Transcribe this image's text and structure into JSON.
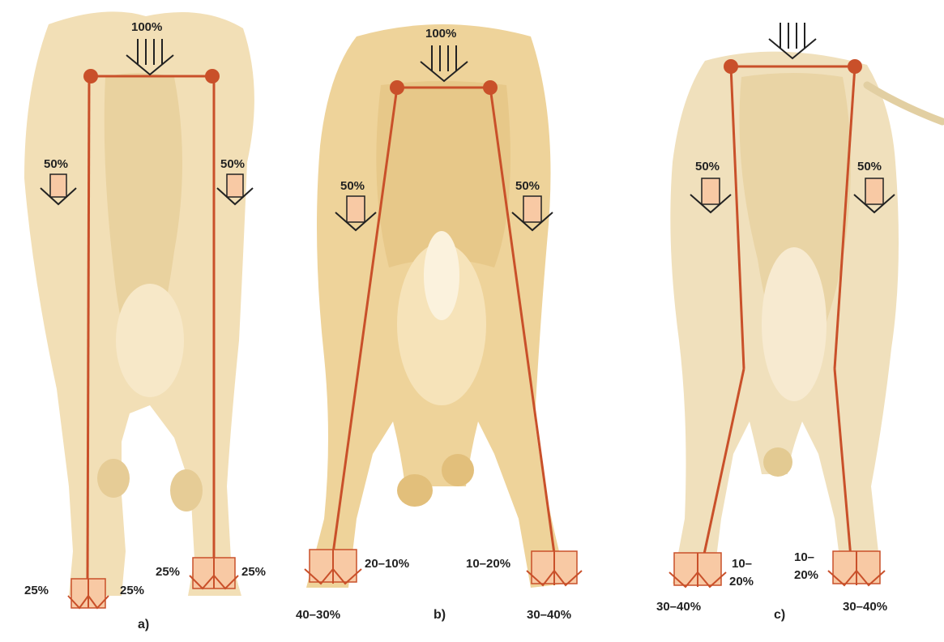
{
  "panels": [
    {
      "id": "a",
      "caption": "a)",
      "top_load": "100%",
      "left_load": "50%",
      "right_load": "50%",
      "claw_labels": [
        "25%",
        "25%",
        "25%",
        "25%"
      ]
    },
    {
      "id": "b",
      "caption": "b)",
      "top_load": "100%",
      "left_load": "50%",
      "right_load": "50%",
      "claw_labels": [
        "20–10%",
        "40–30%",
        "10–20%",
        "30–40%"
      ]
    },
    {
      "id": "c",
      "caption": "c)",
      "top_load": "",
      "left_load": "50%",
      "right_load": "50%",
      "claw_labels": [
        "10–",
        "20%",
        "30–40%",
        "10–",
        "20%",
        "30–40%"
      ]
    }
  ],
  "colors": {
    "body": "#f2dfb6",
    "body_shade": "#e6cc96",
    "line": "#c9502a",
    "arrow_fill": "#f8c9a4",
    "text": "#222222",
    "background": "#ffffff"
  }
}
